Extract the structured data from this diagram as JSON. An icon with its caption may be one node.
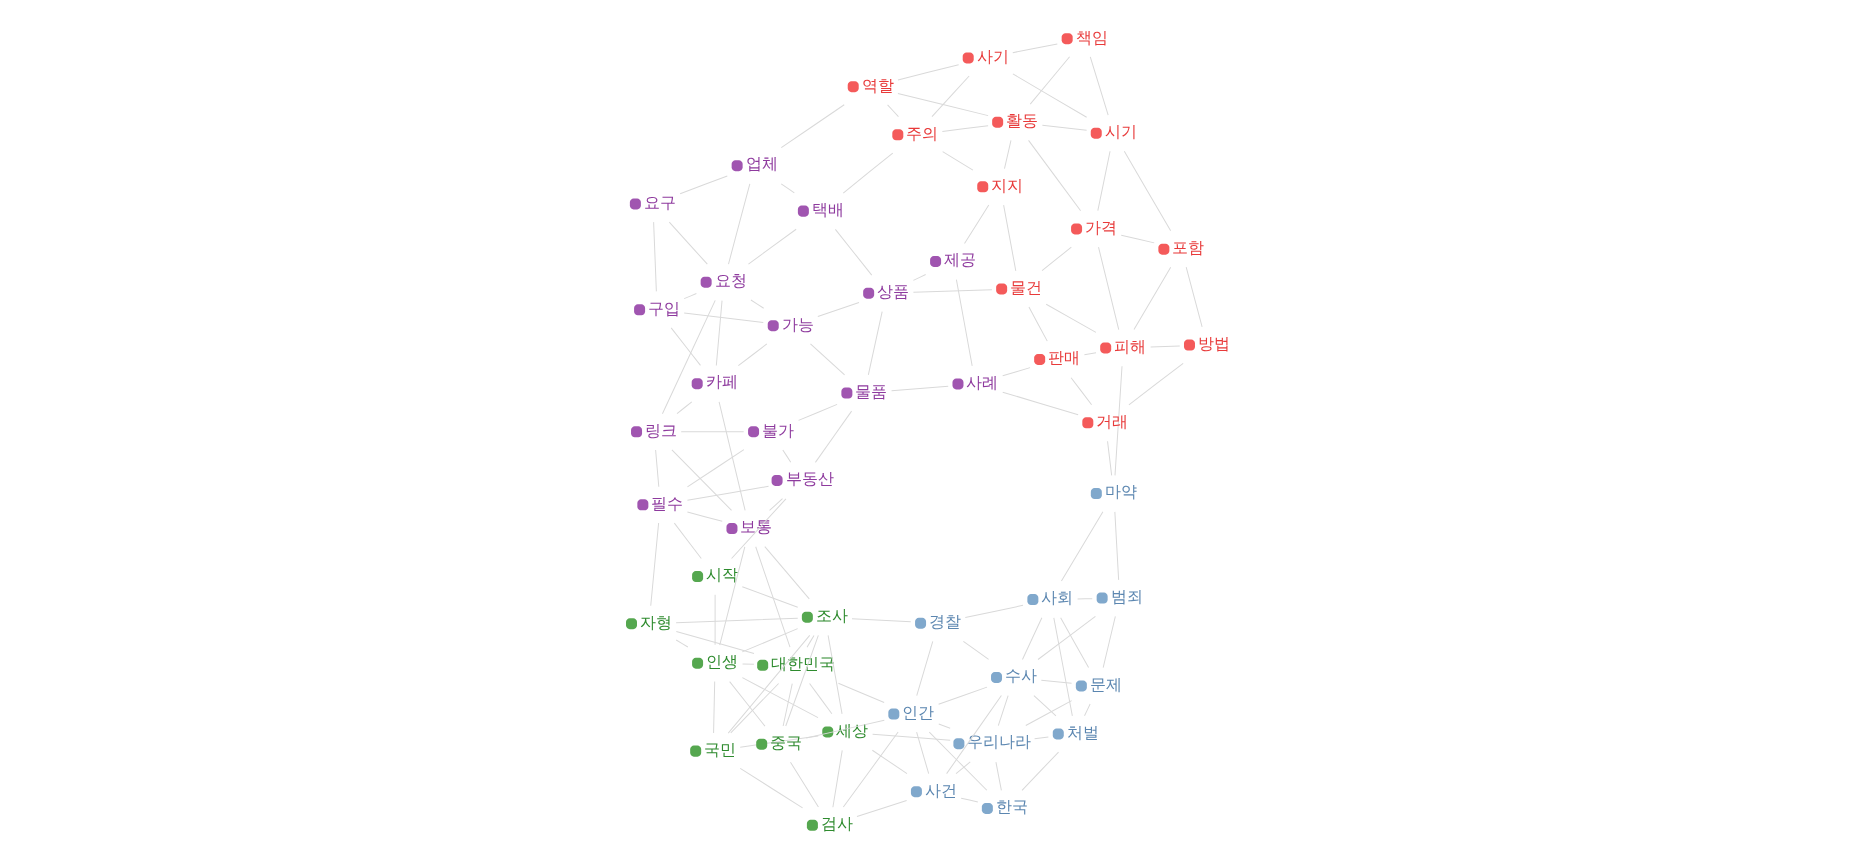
{
  "diagram": {
    "nodes": [
      {
        "text": [
          "국민"
        ]
      },
      {
        "text": [
          "인생"
        ]
      },
      {
        "text": [
          "세상"
        ]
      },
      {
        "text": [
          "대한민국"
        ]
      },
      {
        "text": [
          "자형"
        ]
      },
      {
        "text": [
          "검사"
        ]
      },
      {
        "text": [
          "중국"
        ]
      },
      {
        "text": [
          "조사"
        ]
      },
      {
        "text": [
          "시작"
        ]
      },
      {
        "text": [
          "사건"
        ]
      },
      {
        "text": [
          "한국"
        ]
      },
      {
        "text": [
          "인간"
        ]
      },
      {
        "text": [
          "우리나라"
        ]
      },
      {
        "text": [
          "경찰"
        ]
      },
      {
        "text": [
          "수사"
        ]
      },
      {
        "text": [
          "처벌"
        ]
      },
      {
        "text": [
          "문제"
        ]
      },
      {
        "text": [
          "범죄"
        ]
      },
      {
        "text": [
          "사회"
        ]
      },
      {
        "text": [
          "마약"
        ]
      },
      {
        "text": [
          "보통"
        ]
      },
      {
        "text": [
          "카페"
        ]
      },
      {
        "text": [
          "구입"
        ]
      },
      {
        "text": [
          "요구"
        ]
      },
      {
        "text": [
          "필수"
        ]
      },
      {
        "text": [
          "링크"
        ]
      },
      {
        "text": [
          "요청"
        ]
      },
      {
        "text": [
          "업체"
        ]
      },
      {
        "text": [
          "가능"
        ]
      },
      {
        "text": [
          "불가"
        ]
      },
      {
        "text": [
          "부동산"
        ]
      },
      {
        "text": [
          "택배"
        ]
      },
      {
        "text": [
          "상품"
        ]
      },
      {
        "text": [
          "물품"
        ]
      },
      {
        "text": [
          "제공"
        ]
      },
      {
        "text": [
          "사례"
        ]
      },
      {
        "text": [
          "역할"
        ]
      },
      {
        "text": [
          "주의"
        ]
      },
      {
        "text": [
          "사기"
        ]
      },
      {
        "text": [
          "지지"
        ]
      },
      {
        "text": [
          "활동"
        ]
      },
      {
        "text": [
          "책임"
        ]
      },
      {
        "text": [
          "시기"
        ]
      },
      {
        "text": [
          "물건"
        ]
      },
      {
        "text": [
          "가격"
        ]
      },
      {
        "text": [
          "판매"
        ]
      },
      {
        "text": [
          "포함"
        ]
      },
      {
        "text": [
          "피해"
        ]
      },
      {
        "text": [
          "거래"
        ]
      },
      {
        "text": [
          "방법"
        ]
      }
    ],
    "edges": [
      {
        "from": 0,
        "to": 2,
        "arrow": "none"
      },
      {
        "from": 0,
        "to": 3,
        "arrow": "none"
      },
      {
        "from": 0,
        "to": 1,
        "arrow": "none"
      },
      {
        "from": 0,
        "to": 5,
        "arrow": "none"
      },
      {
        "from": 0,
        "to": 7,
        "arrow": "none"
      },
      {
        "from": 1,
        "to": 2,
        "arrow": "none"
      },
      {
        "from": 1,
        "to": 3,
        "arrow": "none"
      },
      {
        "from": 1,
        "to": 4,
        "arrow": "none"
      },
      {
        "from": 1,
        "to": 7,
        "arrow": "none"
      },
      {
        "from": 1,
        "to": 6,
        "arrow": "none"
      },
      {
        "from": 1,
        "to": 8,
        "arrow": "none"
      },
      {
        "from": 1,
        "to": 20,
        "arrow": "none"
      },
      {
        "from": 2,
        "to": 3,
        "arrow": "none"
      },
      {
        "from": 2,
        "to": 5,
        "arrow": "none"
      },
      {
        "from": 2,
        "to": 9,
        "arrow": "none"
      },
      {
        "from": 2,
        "to": 12,
        "arrow": "none"
      },
      {
        "from": 2,
        "to": 7,
        "arrow": "none"
      },
      {
        "from": 3,
        "to": 6,
        "arrow": "none"
      },
      {
        "from": 3,
        "to": 7,
        "arrow": "none"
      },
      {
        "from": 3,
        "to": 4,
        "arrow": "none"
      },
      {
        "from": 3,
        "to": 11,
        "arrow": "none"
      },
      {
        "from": 4,
        "to": 7,
        "arrow": "none"
      },
      {
        "from": 4,
        "to": 24,
        "arrow": "none"
      },
      {
        "from": 5,
        "to": 6,
        "arrow": "none"
      },
      {
        "from": 5,
        "to": 9,
        "arrow": "none"
      },
      {
        "from": 5,
        "to": 11,
        "arrow": "none"
      },
      {
        "from": 6,
        "to": 7,
        "arrow": "none"
      },
      {
        "from": 6,
        "to": 11,
        "arrow": "none"
      },
      {
        "from": 7,
        "to": 8,
        "arrow": "none"
      },
      {
        "from": 7,
        "to": 13,
        "arrow": "none"
      },
      {
        "from": 8,
        "to": 30,
        "arrow": "none"
      },
      {
        "from": 8,
        "to": 24,
        "arrow": "none"
      },
      {
        "from": 7,
        "to": 20,
        "arrow": "none"
      },
      {
        "from": 3,
        "to": 20,
        "arrow": "none"
      },
      {
        "from": 9,
        "to": 10,
        "arrow": "none"
      },
      {
        "from": 9,
        "to": 11,
        "arrow": "none"
      },
      {
        "from": 9,
        "to": 12,
        "arrow": "none"
      },
      {
        "from": 9,
        "to": 14,
        "arrow": "none"
      },
      {
        "from": 10,
        "to": 12,
        "arrow": "none"
      },
      {
        "from": 10,
        "to": 15,
        "arrow": "none"
      },
      {
        "from": 10,
        "to": 11,
        "arrow": "none"
      },
      {
        "from": 11,
        "to": 12,
        "arrow": "none"
      },
      {
        "from": 11,
        "to": 14,
        "arrow": "none"
      },
      {
        "from": 11,
        "to": 13,
        "arrow": "none"
      },
      {
        "from": 12,
        "to": 14,
        "arrow": "none"
      },
      {
        "from": 12,
        "to": 15,
        "arrow": "none"
      },
      {
        "from": 12,
        "to": 16,
        "arrow": "none"
      },
      {
        "from": 13,
        "to": 14,
        "arrow": "none"
      },
      {
        "from": 13,
        "to": 18,
        "arrow": "none"
      },
      {
        "from": 14,
        "to": 15,
        "arrow": "none"
      },
      {
        "from": 14,
        "to": 16,
        "arrow": "none"
      },
      {
        "from": 14,
        "to": 17,
        "arrow": "none"
      },
      {
        "from": 14,
        "to": 18,
        "arrow": "none"
      },
      {
        "from": 15,
        "to": 16,
        "arrow": "none"
      },
      {
        "from": 15,
        "to": 18,
        "arrow": "none"
      },
      {
        "from": 16,
        "to": 17,
        "arrow": "none"
      },
      {
        "from": 16,
        "to": 18,
        "arrow": "none"
      },
      {
        "from": 17,
        "to": 18,
        "arrow": "none"
      },
      {
        "from": 17,
        "to": 19,
        "arrow": "none"
      },
      {
        "from": 18,
        "to": 19,
        "arrow": "none"
      },
      {
        "from": 19,
        "to": 48,
        "arrow": "none"
      },
      {
        "from": 19,
        "to": 47,
        "arrow": "none"
      },
      {
        "from": 20,
        "to": 21,
        "arrow": "none"
      },
      {
        "from": 20,
        "to": 24,
        "arrow": "none"
      },
      {
        "from": 20,
        "to": 25,
        "arrow": "none"
      },
      {
        "from": 20,
        "to": 30,
        "arrow": "none"
      },
      {
        "from": 21,
        "to": 22,
        "arrow": "none"
      },
      {
        "from": 21,
        "to": 25,
        "arrow": "none"
      },
      {
        "from": 21,
        "to": 28,
        "arrow": "none"
      },
      {
        "from": 21,
        "to": 26,
        "arrow": "none"
      },
      {
        "from": 22,
        "to": 23,
        "arrow": "none"
      },
      {
        "from": 22,
        "to": 26,
        "arrow": "none"
      },
      {
        "from": 22,
        "to": 28,
        "arrow": "none"
      },
      {
        "from": 23,
        "to": 27,
        "arrow": "none"
      },
      {
        "from": 23,
        "to": 26,
        "arrow": "none"
      },
      {
        "from": 24,
        "to": 25,
        "arrow": "none"
      },
      {
        "from": 24,
        "to": 29,
        "arrow": "none"
      },
      {
        "from": 24,
        "to": 30,
        "arrow": "none"
      },
      {
        "from": 25,
        "to": 29,
        "arrow": "none"
      },
      {
        "from": 25,
        "to": 26,
        "arrow": "none"
      },
      {
        "from": 26,
        "to": 27,
        "arrow": "none"
      },
      {
        "from": 26,
        "to": 28,
        "arrow": "none"
      },
      {
        "from": 26,
        "to": 31,
        "arrow": "none"
      },
      {
        "from": 27,
        "to": 31,
        "arrow": "none"
      },
      {
        "from": 27,
        "to": 36,
        "arrow": "none"
      },
      {
        "from": 28,
        "to": 32,
        "arrow": "none"
      },
      {
        "from": 28,
        "to": 33,
        "arrow": "none"
      },
      {
        "from": 29,
        "to": 30,
        "arrow": "none"
      },
      {
        "from": 29,
        "to": 33,
        "arrow": "none"
      },
      {
        "from": 30,
        "to": 33,
        "arrow": "none"
      },
      {
        "from": 31,
        "to": 32,
        "arrow": "none"
      },
      {
        "from": 31,
        "to": 37,
        "arrow": "none"
      },
      {
        "from": 32,
        "to": 33,
        "arrow": "none"
      },
      {
        "from": 32,
        "to": 34,
        "arrow": "none"
      },
      {
        "from": 33,
        "to": 35,
        "arrow": "none"
      },
      {
        "from": 34,
        "to": 35,
        "arrow": "none"
      },
      {
        "from": 34,
        "to": 39,
        "arrow": "none"
      },
      {
        "from": 35,
        "to": 48,
        "arrow": "none"
      },
      {
        "from": 35,
        "to": 45,
        "arrow": "none"
      },
      {
        "from": 36,
        "to": 37,
        "arrow": "none"
      },
      {
        "from": 36,
        "to": 40,
        "arrow": "none"
      },
      {
        "from": 36,
        "to": 38,
        "arrow": "none"
      },
      {
        "from": 37,
        "to": 38,
        "arrow": "none"
      },
      {
        "from": 37,
        "to": 40,
        "arrow": "none"
      },
      {
        "from": 37,
        "to": 39,
        "arrow": "none"
      },
      {
        "from": 38,
        "to": 41,
        "arrow": "none"
      },
      {
        "from": 38,
        "to": 42,
        "arrow": "none"
      },
      {
        "from": 39,
        "to": 40,
        "arrow": "none"
      },
      {
        "from": 39,
        "to": 43,
        "arrow": "none"
      },
      {
        "from": 40,
        "to": 41,
        "arrow": "none"
      },
      {
        "from": 40,
        "to": 42,
        "arrow": "none"
      },
      {
        "from": 40,
        "to": 44,
        "arrow": "none"
      },
      {
        "from": 41,
        "to": 42,
        "arrow": "none"
      },
      {
        "from": 42,
        "to": 44,
        "arrow": "none"
      },
      {
        "from": 43,
        "to": 44,
        "arrow": "none"
      },
      {
        "from": 43,
        "to": 45,
        "arrow": "none"
      },
      {
        "from": 43,
        "to": 47,
        "arrow": "none"
      },
      {
        "from": 44,
        "to": 46,
        "arrow": "none"
      },
      {
        "from": 44,
        "to": 47,
        "arrow": "none"
      },
      {
        "from": 45,
        "to": 48,
        "arrow": "none"
      },
      {
        "from": 45,
        "to": 47,
        "arrow": "none"
      },
      {
        "from": 46,
        "to": 47,
        "arrow": "none"
      },
      {
        "from": 46,
        "to": 49,
        "arrow": "none"
      },
      {
        "from": 47,
        "to": 49,
        "arrow": "none"
      },
      {
        "from": 48,
        "to": 49,
        "arrow": "none"
      },
      {
        "from": 42,
        "to": 46,
        "arrow": "none"
      },
      {
        "from": 32,
        "to": 43,
        "arrow": "none"
      }
    ]
  }
}
